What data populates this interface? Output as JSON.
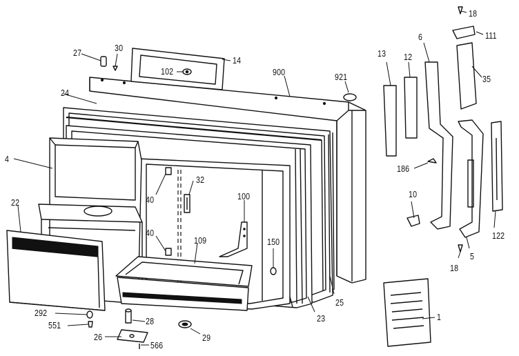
{
  "diagram": {
    "part_labels": [
      {
        "id": "18a",
        "text": "18"
      },
      {
        "id": "111",
        "text": "111"
      },
      {
        "id": "27",
        "text": "27"
      },
      {
        "id": "30",
        "text": "30"
      },
      {
        "id": "14",
        "text": "14"
      },
      {
        "id": "102",
        "text": "102"
      },
      {
        "id": "900",
        "text": "900"
      },
      {
        "id": "921",
        "text": "921"
      },
      {
        "id": "13",
        "text": "13"
      },
      {
        "id": "12",
        "text": "12"
      },
      {
        "id": "6",
        "text": "6"
      },
      {
        "id": "35",
        "text": "35"
      },
      {
        "id": "24",
        "text": "24"
      },
      {
        "id": "4",
        "text": "4"
      },
      {
        "id": "32",
        "text": "32"
      },
      {
        "id": "40a",
        "text": "40"
      },
      {
        "id": "186",
        "text": "186"
      },
      {
        "id": "100",
        "text": "100"
      },
      {
        "id": "10",
        "text": "10"
      },
      {
        "id": "22",
        "text": "22"
      },
      {
        "id": "40b",
        "text": "40"
      },
      {
        "id": "109",
        "text": "109"
      },
      {
        "id": "150",
        "text": "150"
      },
      {
        "id": "122",
        "text": "122"
      },
      {
        "id": "5",
        "text": "5"
      },
      {
        "id": "18b",
        "text": "18"
      },
      {
        "id": "25",
        "text": "25"
      },
      {
        "id": "292",
        "text": "292"
      },
      {
        "id": "551",
        "text": "551"
      },
      {
        "id": "28",
        "text": "28"
      },
      {
        "id": "23",
        "text": "23"
      },
      {
        "id": "1",
        "text": "1"
      },
      {
        "id": "26",
        "text": "26"
      },
      {
        "id": "566",
        "text": "566"
      },
      {
        "id": "29",
        "text": "29"
      }
    ]
  }
}
